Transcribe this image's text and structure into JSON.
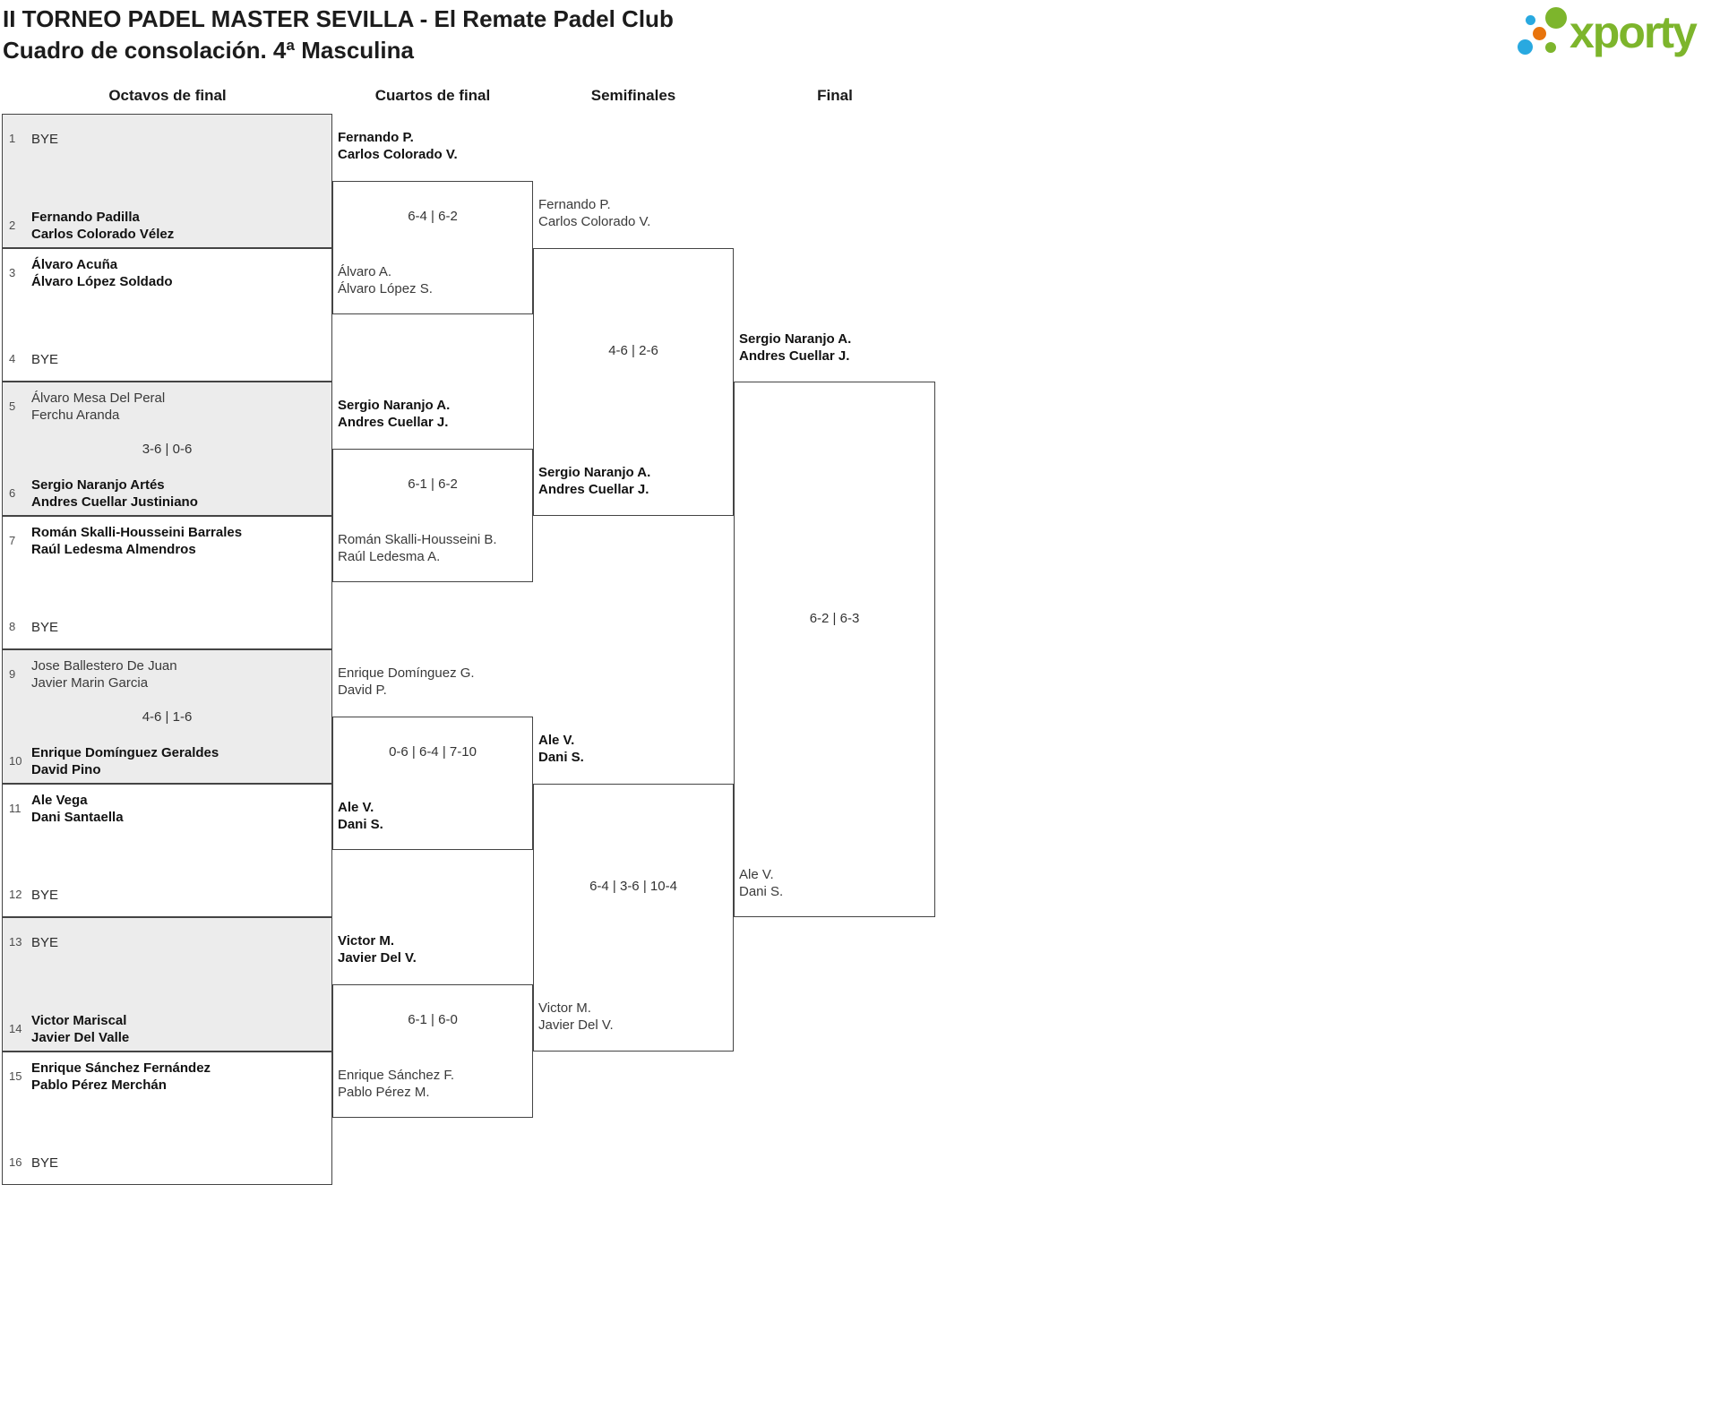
{
  "header": {
    "title": "II TORNEO PADEL MASTER SEVILLA - El Remate Padel Club",
    "subtitle": "Cuadro de consolación. 4ª Masculina",
    "logo_text": "xporty",
    "logo_colors": {
      "green": "#7db52c",
      "blue": "#29a9e0",
      "orange": "#e8740c"
    }
  },
  "round_headers": [
    "Octavos de final",
    "Cuartos de final",
    "Semifinales",
    "Final"
  ],
  "bracket": {
    "bye_label": "BYE",
    "round_of_16": [
      {
        "top": {
          "seed": "1",
          "bye": true
        },
        "bottom": {
          "seed": "2",
          "players": [
            "Fernando Padilla",
            "Carlos Colorado Vélez"
          ],
          "winner": true
        },
        "score": ""
      },
      {
        "top": {
          "seed": "3",
          "players": [
            "Álvaro Acuña",
            "Álvaro López Soldado"
          ],
          "winner": true
        },
        "bottom": {
          "seed": "4",
          "bye": true
        },
        "score": ""
      },
      {
        "top": {
          "seed": "5",
          "players": [
            "Álvaro Mesa Del Peral",
            "Ferchu Aranda"
          ],
          "winner": false
        },
        "bottom": {
          "seed": "6",
          "players": [
            "Sergio Naranjo Artés",
            "Andres Cuellar Justiniano"
          ],
          "winner": true
        },
        "score": "3-6 | 0-6"
      },
      {
        "top": {
          "seed": "7",
          "players": [
            "Román Skalli-Housseini Barrales",
            "Raúl Ledesma Almendros"
          ],
          "winner": true
        },
        "bottom": {
          "seed": "8",
          "bye": true
        },
        "score": ""
      },
      {
        "top": {
          "seed": "9",
          "players": [
            "Jose Ballestero De Juan",
            "Javier Marin Garcia"
          ],
          "winner": false
        },
        "bottom": {
          "seed": "10",
          "players": [
            "Enrique Domínguez Geraldes",
            "David Pino"
          ],
          "winner": true
        },
        "score": "4-6 | 1-6"
      },
      {
        "top": {
          "seed": "11",
          "players": [
            "Ale Vega",
            "Dani Santaella"
          ],
          "winner": true
        },
        "bottom": {
          "seed": "12",
          "bye": true
        },
        "score": ""
      },
      {
        "top": {
          "seed": "13",
          "bye": true
        },
        "bottom": {
          "seed": "14",
          "players": [
            "Victor Mariscal",
            "Javier Del Valle"
          ],
          "winner": true
        },
        "score": ""
      },
      {
        "top": {
          "seed": "15",
          "players": [
            "Enrique Sánchez Fernández",
            "Pablo Pérez Merchán"
          ],
          "winner": true
        },
        "bottom": {
          "seed": "16",
          "bye": true
        },
        "score": ""
      }
    ],
    "quarterfinals": [
      {
        "top": {
          "players": [
            "Fernando P.",
            "Carlos Colorado V."
          ],
          "winner": true
        },
        "bottom": {
          "players": [
            "Álvaro A.",
            "Álvaro López S."
          ],
          "winner": false
        },
        "score": "6-4 | 6-2"
      },
      {
        "top": {
          "players": [
            "Sergio Naranjo A.",
            "Andres Cuellar J."
          ],
          "winner": true
        },
        "bottom": {
          "players": [
            "Román Skalli-Housseini B.",
            "Raúl Ledesma A."
          ],
          "winner": false
        },
        "score": "6-1 | 6-2"
      },
      {
        "top": {
          "players": [
            "Enrique Domínguez G.",
            "David P."
          ],
          "winner": false
        },
        "bottom": {
          "players": [
            "Ale V.",
            "Dani S."
          ],
          "winner": true
        },
        "score": "0-6 | 6-4 | 7-10"
      },
      {
        "top": {
          "players": [
            "Victor M.",
            "Javier Del V."
          ],
          "winner": true
        },
        "bottom": {
          "players": [
            "Enrique Sánchez F.",
            "Pablo Pérez M."
          ],
          "winner": false
        },
        "score": "6-1 | 6-0"
      }
    ],
    "semifinals": [
      {
        "top": {
          "players": [
            "Fernando P.",
            "Carlos Colorado V."
          ],
          "winner": false
        },
        "bottom": {
          "players": [
            "Sergio Naranjo A.",
            "Andres Cuellar J."
          ],
          "winner": true
        },
        "score": "4-6 | 2-6"
      },
      {
        "top": {
          "players": [
            "Ale V.",
            "Dani S."
          ],
          "winner": true
        },
        "bottom": {
          "players": [
            "Victor M.",
            "Javier Del V."
          ],
          "winner": false
        },
        "score": "6-4 | 3-6 | 10-4"
      }
    ],
    "final": [
      {
        "top": {
          "players": [
            "Sergio Naranjo A.",
            "Andres Cuellar J."
          ],
          "winner": true
        },
        "bottom": {
          "players": [
            "Ale V.",
            "Dani S."
          ],
          "winner": false
        },
        "score": "6-2 | 6-3"
      }
    ]
  }
}
